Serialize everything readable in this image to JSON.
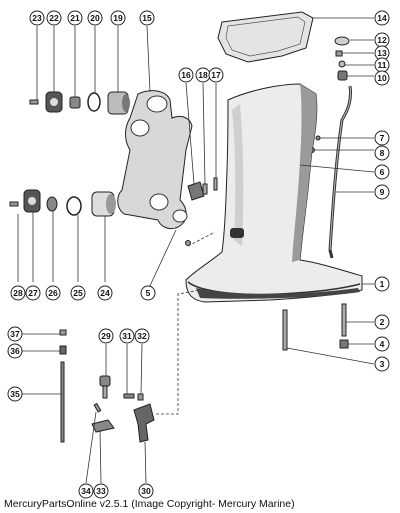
{
  "callouts": {
    "c1": "1",
    "c2": "2",
    "c3": "3",
    "c4": "4",
    "c5": "5",
    "c6": "6",
    "c7": "7",
    "c8": "8",
    "c9": "9",
    "c10": "10",
    "c11": "11",
    "c12": "12",
    "c13": "13",
    "c14": "14",
    "c15": "15",
    "c16": "16",
    "c17": "17",
    "c18": "18",
    "c19": "19",
    "c20": "20",
    "c21": "21",
    "c22": "22",
    "c23": "23",
    "c24": "24",
    "c25": "25",
    "c26": "26",
    "c27": "27",
    "c28": "28",
    "c29": "29",
    "c30": "30",
    "c31": "31",
    "c32": "32",
    "c33": "33",
    "c34": "34",
    "c35": "35",
    "c36": "36",
    "c37": "37"
  },
  "caption": "MercuryPartsOnline v2.5.1 (Image Copyright- Mercury Marine)"
}
